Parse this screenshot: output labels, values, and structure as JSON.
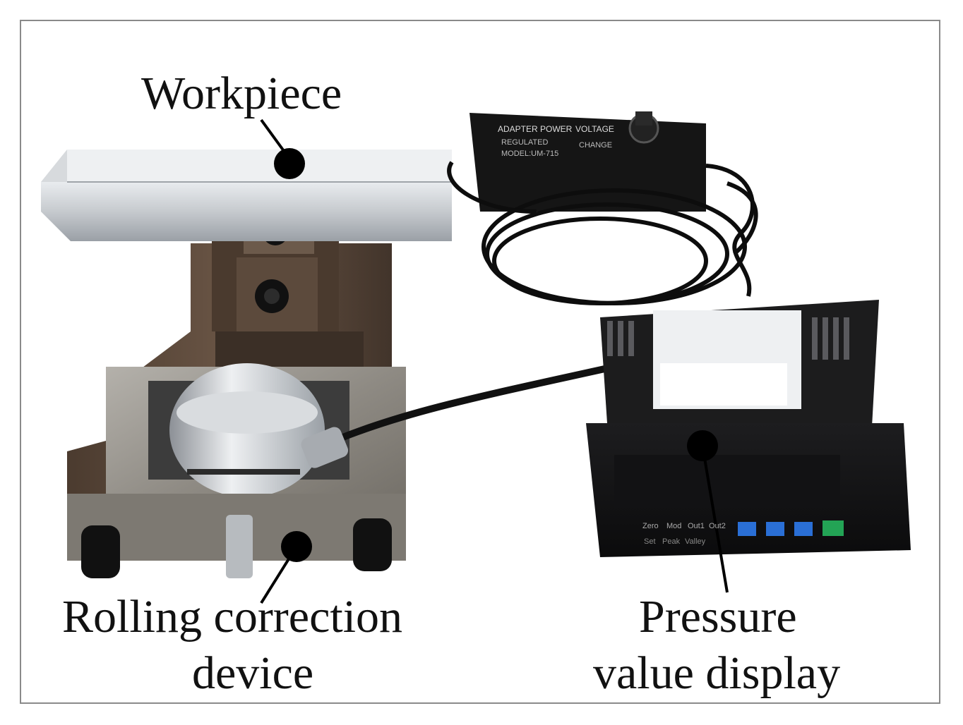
{
  "labels": {
    "workpiece": "Workpiece",
    "rolling_line1": "Rolling correction",
    "rolling_line2": "device",
    "pressure_line1": "Pressure",
    "pressure_line2": "value display"
  },
  "adapter": {
    "line1": "ADAPTER POWER",
    "line2": "VOLTAGE",
    "line3": "REGULATED",
    "line4": "MODEL:UM-715",
    "line5": "CHANGE"
  },
  "display": {
    "buttons": [
      "Zero",
      "Mod",
      "Out1",
      "Out2"
    ],
    "sublabels": [
      "Set",
      "Peak",
      "Valley"
    ]
  },
  "colors": {
    "accent_blue": "#2a6fd6",
    "accent_green": "#23a455",
    "metal": "#c9ccd0",
    "rust": "#5a4636",
    "black": "#111111"
  }
}
